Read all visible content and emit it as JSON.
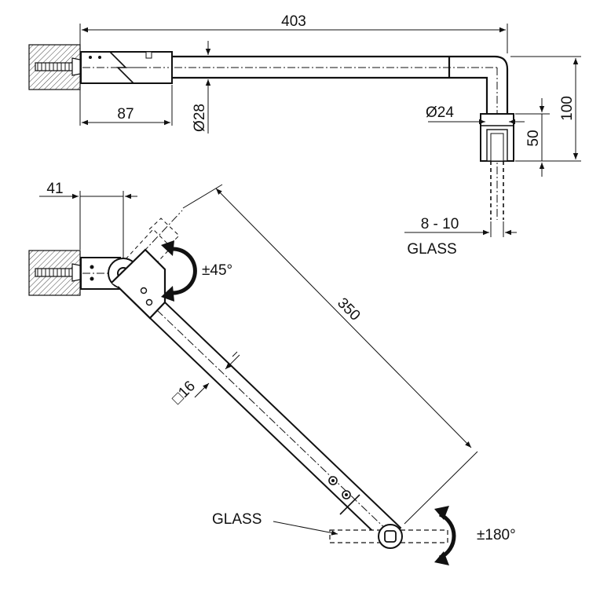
{
  "top_view": {
    "length": "403",
    "mount_length": "87",
    "tube_diameter": "Ø28",
    "post_diameter": "Ø24",
    "clamp_height": "50",
    "total_height": "100",
    "glass_range": "8 - 10",
    "glass_label": "GLASS"
  },
  "bottom_view": {
    "offset": "41",
    "hinge_rotation": "±45°",
    "arm_length": "350",
    "arm_section": "□16",
    "glass_label": "GLASS",
    "end_rotation": "±180°"
  },
  "colors": {
    "line": "#111111",
    "wall_hatch": "#111111",
    "background": "#ffffff"
  }
}
